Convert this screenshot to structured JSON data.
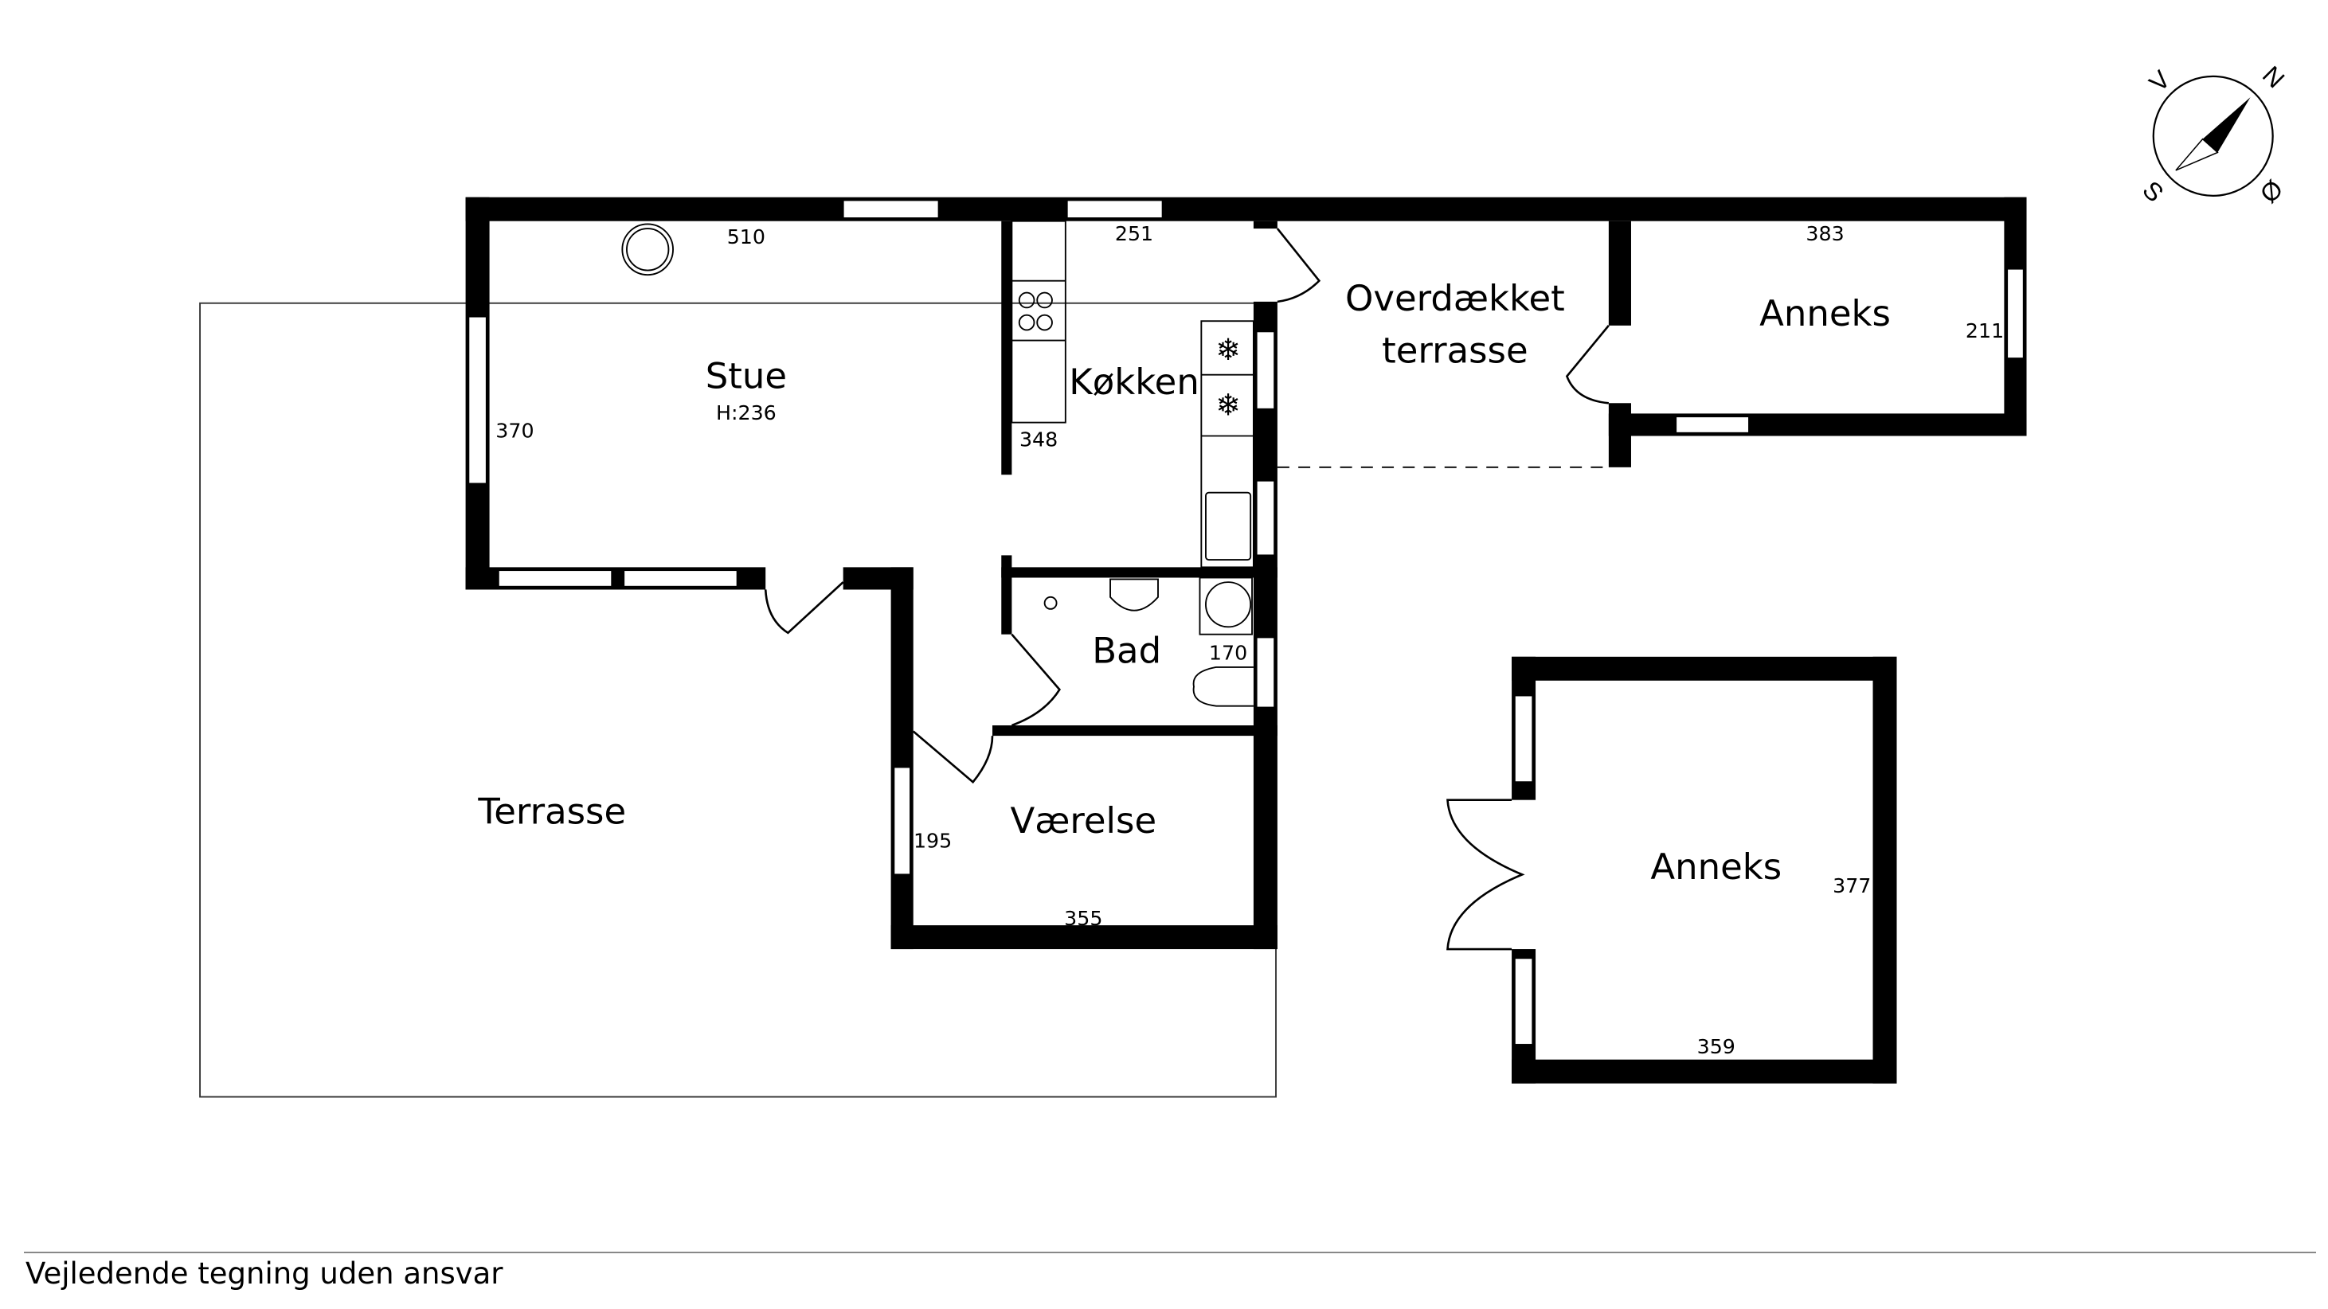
{
  "rooms": {
    "stue": {
      "label": "Stue",
      "height": "H:236",
      "dim_top": "510",
      "dim_left": "370"
    },
    "kokken": {
      "label": "Køkken",
      "dim_top": "251",
      "dim_side": "348"
    },
    "overdaekket": {
      "label_line1": "Overdækket",
      "label_line2": "terrasse"
    },
    "anneks1": {
      "label": "Anneks",
      "dim_top": "383",
      "dim_right": "211"
    },
    "bad": {
      "label": "Bad",
      "dim": "170"
    },
    "vaerelse": {
      "label": "Værelse",
      "dim_left": "195",
      "dim_bottom": "355"
    },
    "terrasse": {
      "label": "Terrasse"
    },
    "anneks2": {
      "label": "Anneks",
      "dim_right": "377",
      "dim_bottom": "359"
    }
  },
  "compass": {
    "n": "N",
    "s": "S",
    "v": "V",
    "o": "Ø"
  },
  "footer": "Vejledende tegning uden ansvar"
}
